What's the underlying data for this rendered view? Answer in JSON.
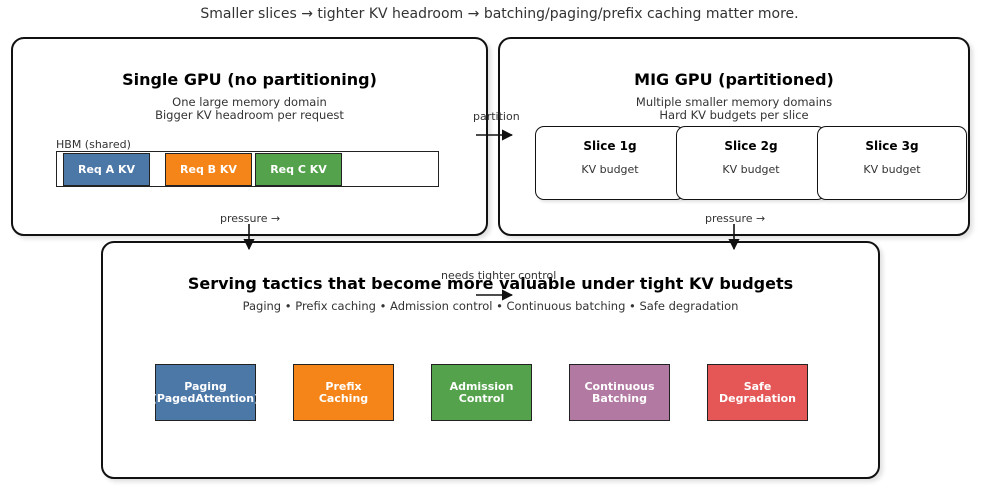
{
  "caption": "Smaller slices → tighter KV headroom → batching/paging/prefix caching matter more.",
  "single": {
    "title": "Single GPU (no partitioning)",
    "subtitle_lines": [
      "One large memory domain",
      "Bigger KV headroom per request"
    ],
    "hbm_label": "HBM (shared)",
    "requests": [
      {
        "label": "Req A KV",
        "color": "#4c78a8"
      },
      {
        "label": "Req B KV",
        "color": "#f58518"
      },
      {
        "label": "Req C KV",
        "color": "#54a24b"
      }
    ],
    "pressure_label": "pressure →"
  },
  "mig": {
    "title": "MIG GPU (partitioned)",
    "subtitle_lines": [
      "Multiple smaller memory domains",
      "Hard KV budgets per slice"
    ],
    "slices": [
      {
        "title": "Slice 1g",
        "sub": "KV budget"
      },
      {
        "title": "Slice 2g",
        "sub": "KV budget"
      },
      {
        "title": "Slice 3g",
        "sub": "KV budget"
      }
    ],
    "pressure_label": "pressure →"
  },
  "partition_label": "partition",
  "needs_label": "needs tighter control",
  "tactics_panel": {
    "title": "Serving tactics that become more valuable under tight KV budgets",
    "subtitle": "Paging • Prefix caching • Admission control • Continuous batching • Safe degradation",
    "tactics": [
      {
        "label": "Paging\n(PagedAttention)",
        "color": "#4c78a8"
      },
      {
        "label": "Prefix\nCaching",
        "color": "#f58518"
      },
      {
        "label": "Admission\nControl",
        "color": "#54a24b"
      },
      {
        "label": "Continuous\nBatching",
        "color": "#b279a2"
      },
      {
        "label": "Safe\nDegradation",
        "color": "#e45756"
      }
    ]
  },
  "colors": {
    "req_a": "#4c78a8",
    "req_b": "#f58518",
    "req_c": "#54a24b",
    "purple": "#b279a2",
    "red": "#e45756"
  }
}
